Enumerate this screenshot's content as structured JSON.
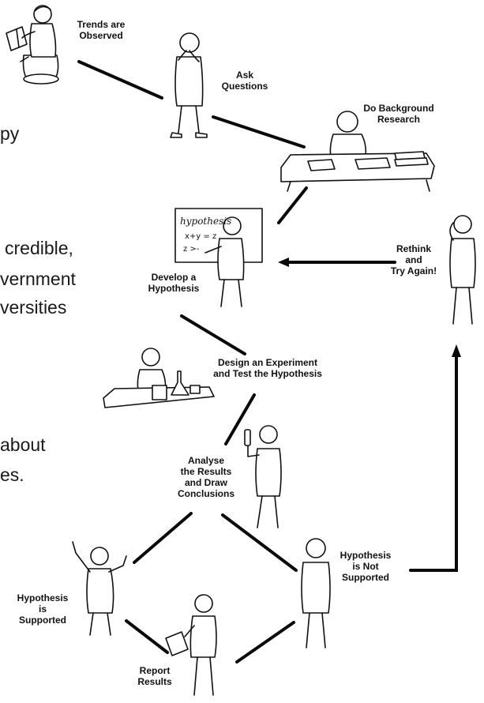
{
  "background_text": [
    "py",
    "credible,",
    "vernment",
    "versities",
    "about",
    "es."
  ],
  "steps": {
    "observe": "Trends are\nObserved",
    "ask": "Ask\nQuestions",
    "research": "Do Background\nResearch",
    "hypothesis": "Develop a\nHypothesis",
    "rethink": "Rethink\nand\nTry Again!",
    "experiment": "Design an Experiment\nand Test the Hypothesis",
    "analyse": "Analyse\nthe Results\nand Draw\nConclusions",
    "not_supported": "Hypothesis\nis Not\nSupported",
    "supported": "Hypothesis\nis\nSupported",
    "report": "Report\nResults"
  },
  "board_text": {
    "line1": "hypothesis",
    "line2": "x+y = z",
    "line3": "z >-"
  },
  "colors": {
    "ink": "#111111",
    "arrow": "#0a0a0a"
  }
}
